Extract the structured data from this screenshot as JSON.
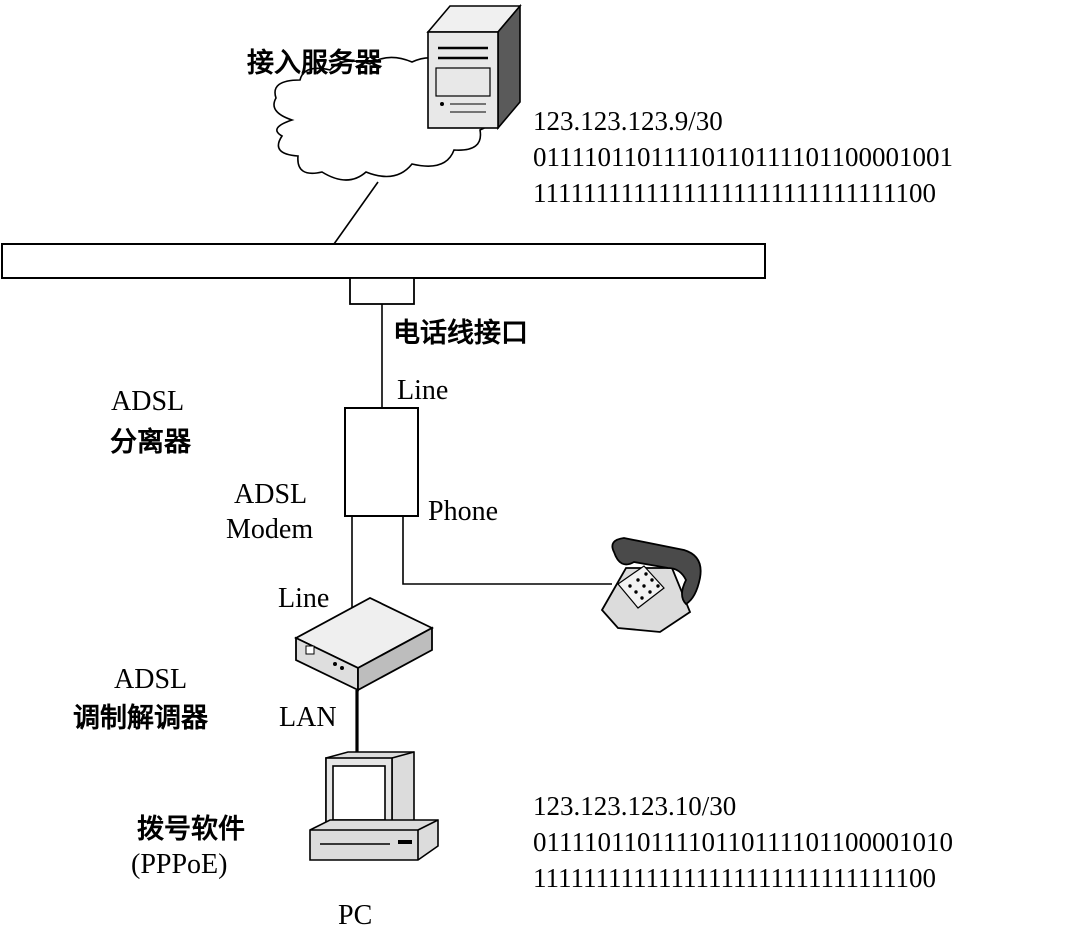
{
  "labels": {
    "access_server": "接入服务器",
    "phone_jack": "电话线接口",
    "splitter_line": "Line",
    "splitter_title_1": "ADSL",
    "splitter_title_2": "分离器",
    "splitter_modem_1": "ADSL",
    "splitter_modem_2": "Modem",
    "splitter_phone": "Phone",
    "modem_line": "Line",
    "modem_title_1": "ADSL",
    "modem_title_2": "调制解调器",
    "modem_lan": "LAN",
    "pc_software_1": "拨号软件",
    "pc_software_2": "(PPPoE)",
    "pc": "PC"
  },
  "server_address": {
    "ip": "123.123.123.9/30",
    "binary": "01111011011110110111101100001001",
    "mask": "11111111111111111111111111111100"
  },
  "pc_address": {
    "ip": "123.123.123.10/30",
    "binary": "01111011011110110111101100001010",
    "mask": "11111111111111111111111111111100"
  },
  "colors": {
    "line": "#000000",
    "device_fill": "#e6e6e6",
    "device_dark": "#3a3a3a"
  }
}
